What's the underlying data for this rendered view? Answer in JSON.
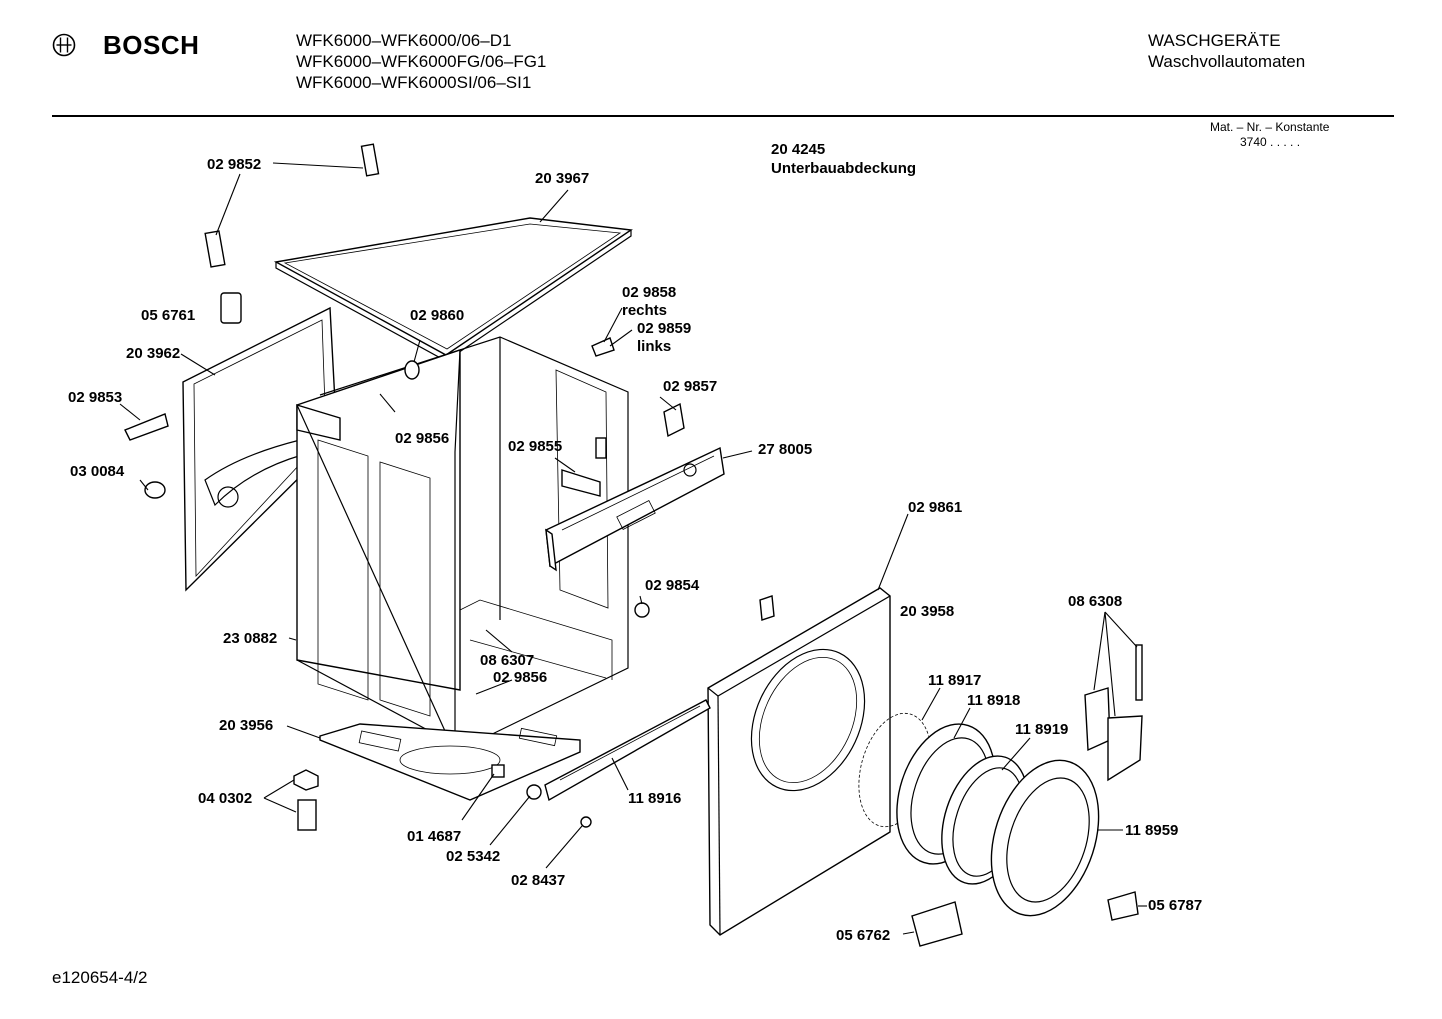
{
  "header": {
    "brand": "BOSCH",
    "models": [
      "WFK6000–WFK6000/06–D1",
      "WFK6000–WFK6000FG/06–FG1",
      "WFK6000–WFK6000SI/06–SI1"
    ],
    "category": "WASCHGERÄTE",
    "subcategory": "Waschvollautomaten"
  },
  "material_constant": {
    "label": "Mat. – Nr. – Konstante",
    "value": "3740  .  .  .  .  ."
  },
  "note": {
    "part": "20 4245",
    "description": "Unterbauabdeckung"
  },
  "parts": {
    "p029852": "02 9852",
    "p203967": "20 3967",
    "p056761": "05 6761",
    "p029860": "02 9860",
    "p029858": "02 9858",
    "rechts": "rechts",
    "p029859": "02 9859",
    "links": "links",
    "p203962": "20 3962",
    "p029857": "02 9857",
    "p029853": "02 9853",
    "p029856a": "02 9856",
    "p029855": "02 9855",
    "p278005": "27 8005",
    "p030084": "03 0084",
    "p029861": "02 9861",
    "p029854": "02 9854",
    "p203958": "20 3958",
    "p086308": "08 6308",
    "p230882": "23 0882",
    "p086307": "08 6307",
    "p029856b": "02 9856",
    "p118917": "11 8917",
    "p118918": "11 8918",
    "p203956": "20 3956",
    "p118919": "11 8919",
    "p040302": "04 0302",
    "p118916": "11 8916",
    "p014687": "01 4687",
    "p118959": "11 8959",
    "p025342": "02 5342",
    "p028437": "02 8437",
    "p056787": "05 6787",
    "p056762": "05 6762"
  },
  "footer": {
    "doc_id": "e120654-4/2"
  }
}
